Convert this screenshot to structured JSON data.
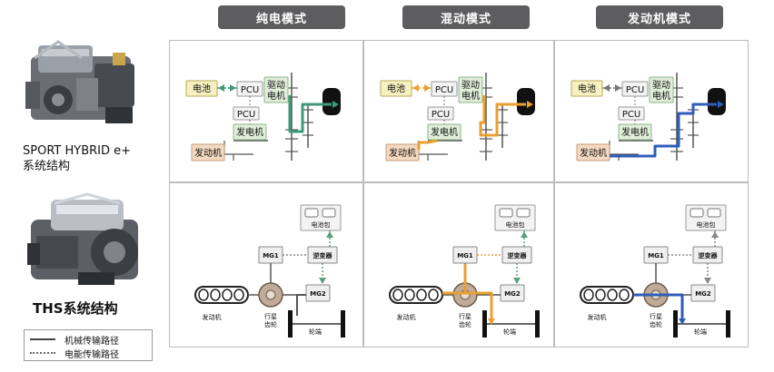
{
  "modes": [
    "纯电模式",
    "混动模式",
    "发动机模式"
  ],
  "mode_colors": [
    "#3e9a7a",
    "#e8a030",
    "#2f5db8"
  ],
  "left": {
    "sport_label_line1": "SPORT HYBRID e+",
    "sport_label_line2": "系统结构",
    "ths_label": "THS系统结构"
  },
  "ihmd": {
    "battery": "电池",
    "pcu": "PCU",
    "drive_motor_l1": "驱动",
    "drive_motor_l2": "电机",
    "pcu2": "PCU",
    "generator": "发电机",
    "engine": "发动机"
  },
  "ths": {
    "battery": "电池包",
    "mg1": "MG1",
    "inverter": "逆变器",
    "mg2": "MG2",
    "engine": "发动机",
    "planetary_l1": "行星",
    "planetary_l2": "齿轮",
    "wheels": "轮端"
  },
  "legend": {
    "mechanical": "机械传输路径",
    "electrical": "电能传输路径"
  }
}
